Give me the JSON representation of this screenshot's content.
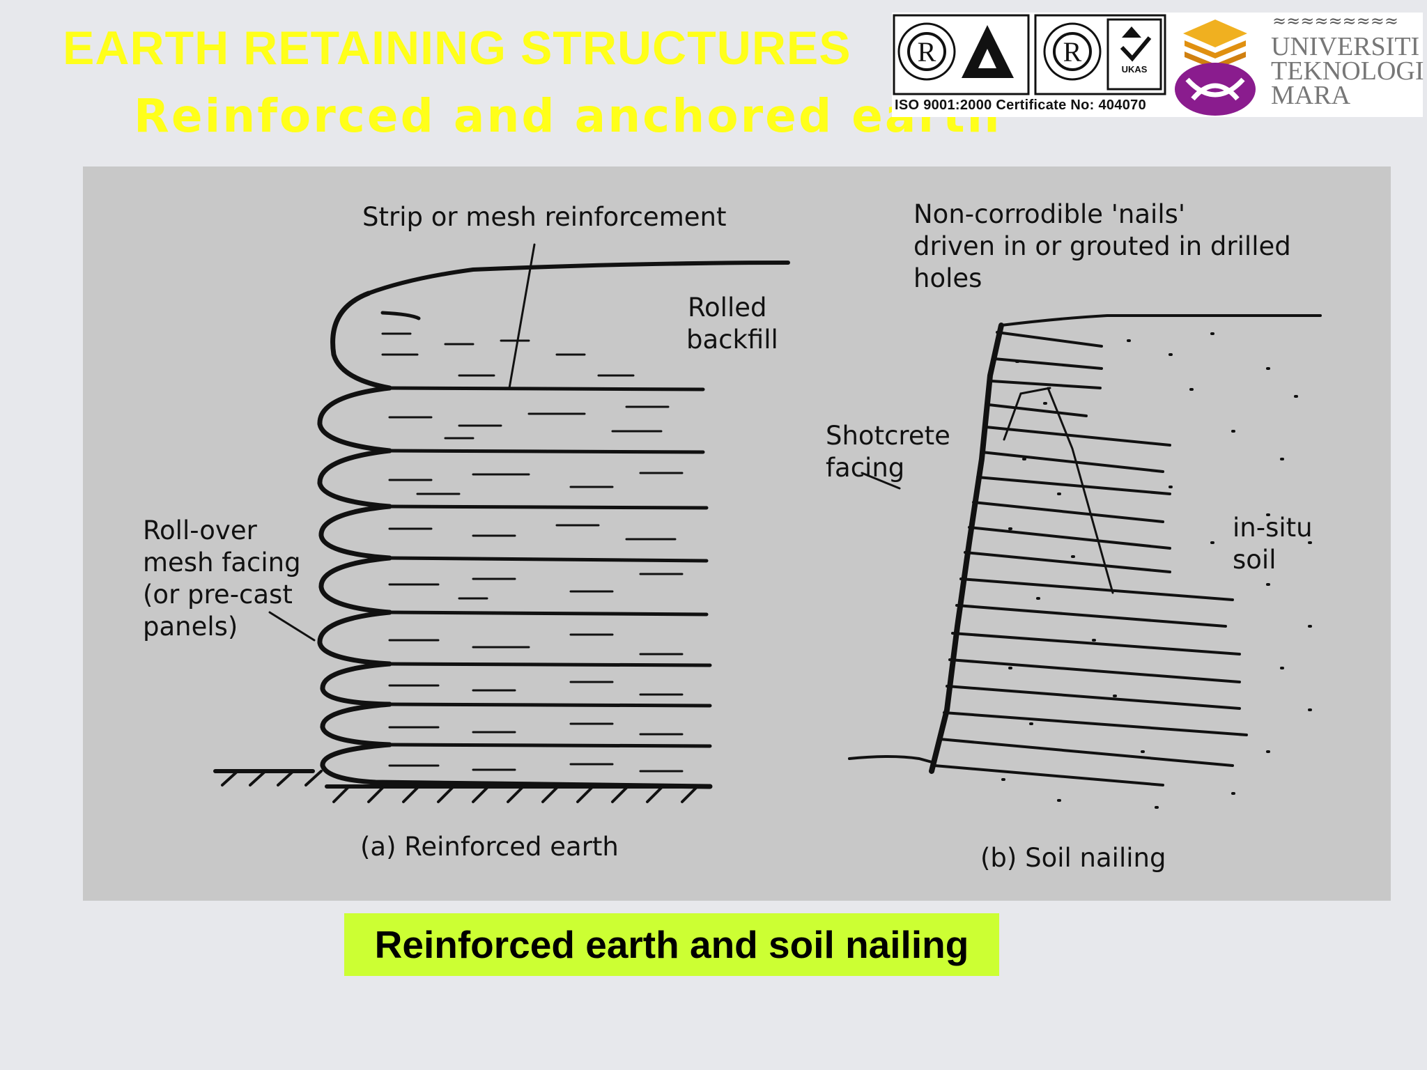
{
  "header": {
    "title": "EARTH RETAINING STRUCTURES",
    "subtitle": "Reinforced and anchored earth"
  },
  "logos": {
    "certificate": "ISO 9001:2000 Certificate No: 404070",
    "university_line1": "UNIVERSITI",
    "university_line2": "TEKNOLOGI",
    "university_line3": "MARA",
    "mark_r": "R",
    "ukas": "UKAS"
  },
  "figure": {
    "a": {
      "strip_label": "Strip or mesh reinforcement",
      "rolled_label_1": "Rolled",
      "rolled_label_2": "backfill",
      "rollover_1": "Roll-over",
      "rollover_2": "mesh facing",
      "rollover_3": "(or pre-cast",
      "rollover_4": "panels)",
      "caption": "(a)  Reinforced earth"
    },
    "b": {
      "nails_1": "Non-corrodible 'nails'",
      "nails_2": "driven in or grouted in drilled",
      "nails_3": "holes",
      "shotcrete_1": "Shotcrete",
      "shotcrete_2": "facing",
      "insitu_1": "in-situ",
      "insitu_2": "soil",
      "caption": "(b)  Soil nailing"
    }
  },
  "caption": "Reinforced earth and soil nailing",
  "colors": {
    "background": "#e7e8ec",
    "title": "#ffff1a",
    "figure_bg": "#c8c8c8",
    "caption_bg": "#ccff33",
    "uitm_purple": "#8a1c8e",
    "uitm_gold": "#f0b020"
  }
}
